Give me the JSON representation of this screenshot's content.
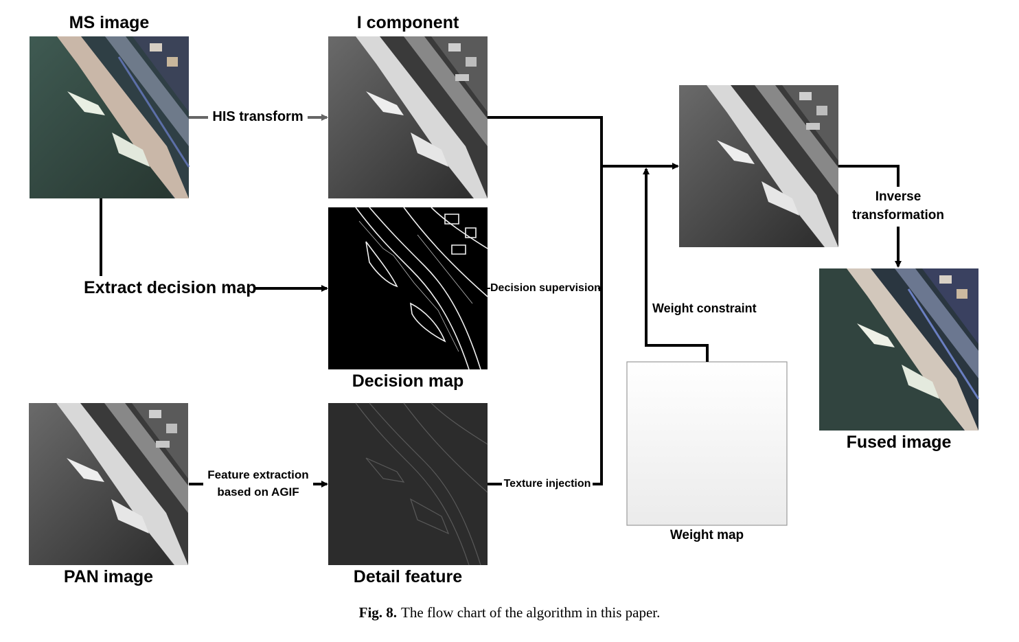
{
  "nodes": {
    "ms_image": "MS image",
    "i_component": "I component",
    "decision_map": "Decision map",
    "pan_image": "PAN image",
    "detail_feature": "Detail feature",
    "weight_map": "Weight map",
    "fused_image": "Fused image"
  },
  "edges": {
    "his_transform": "HIS transform",
    "extract_decision_map": "Extract decision map",
    "feature_extraction_line1": "Feature extraction",
    "feature_extraction_line2": "based on AGIF",
    "decision_supervision": "Decision supervision",
    "texture_injection": "Texture injection",
    "weight_constraint": "Weight constraint",
    "inverse_line1": "Inverse",
    "inverse_line2": "transformation"
  },
  "caption": {
    "label": "Fig. 8.",
    "text": "The flow chart of the algorithm in this paper."
  }
}
